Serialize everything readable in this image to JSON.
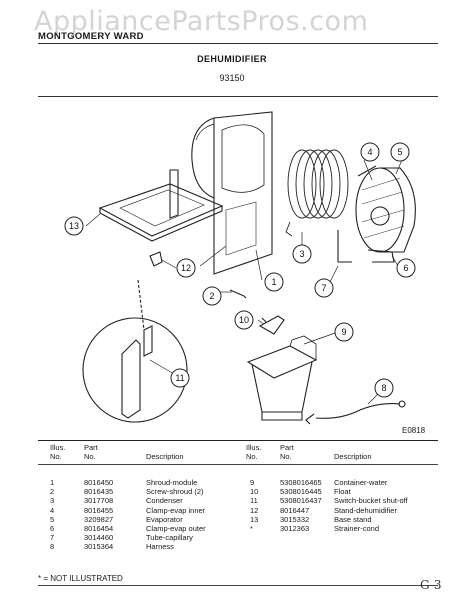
{
  "watermark": "AppliancePartsPros.com",
  "brand": "MONTGOMERY WARD",
  "title": "DEHUMIDIFIER",
  "model": "93150",
  "figure_code": "E0818",
  "callouts": [
    "1",
    "2",
    "3",
    "4",
    "5",
    "6",
    "7",
    "8",
    "9",
    "10",
    "11",
    "12",
    "13"
  ],
  "table": {
    "headers": {
      "illus": "Illus. No.",
      "part": "Part No.",
      "desc": "Description"
    },
    "left_rows": [
      {
        "no": "1",
        "part": "8016450",
        "desc": "Shroud-module"
      },
      {
        "no": "2",
        "part": "8016435",
        "desc": "Screw-shroud (2)"
      },
      {
        "no": "3",
        "part": "3017708",
        "desc": "Condenser"
      },
      {
        "no": "4",
        "part": "8016455",
        "desc": "Clamp-evap inner"
      },
      {
        "no": "5",
        "part": "3209827",
        "desc": "Evaporator"
      },
      {
        "no": "6",
        "part": "8016454",
        "desc": "Clamp-evap outer"
      },
      {
        "no": "7",
        "part": "3014460",
        "desc": "Tube-capillary"
      },
      {
        "no": "8",
        "part": "3015364",
        "desc": "Harness"
      }
    ],
    "right_rows": [
      {
        "no": "9",
        "part": "5308016465",
        "desc": "Container-water"
      },
      {
        "no": "10",
        "part": "5308016445",
        "desc": "Float"
      },
      {
        "no": "11",
        "part": "5308016437",
        "desc": "Switch-bucket shut-off"
      },
      {
        "no": "12",
        "part": "8016447",
        "desc": "Stand-dehumidifier"
      },
      {
        "no": "13",
        "part": "3015332",
        "desc": "Base stand"
      },
      {
        "no": "*",
        "part": "3012363",
        "desc": "Strainer-cond"
      }
    ]
  },
  "footnote": "* = NOT ILLUSTRATED",
  "handwritten": "G-3"
}
